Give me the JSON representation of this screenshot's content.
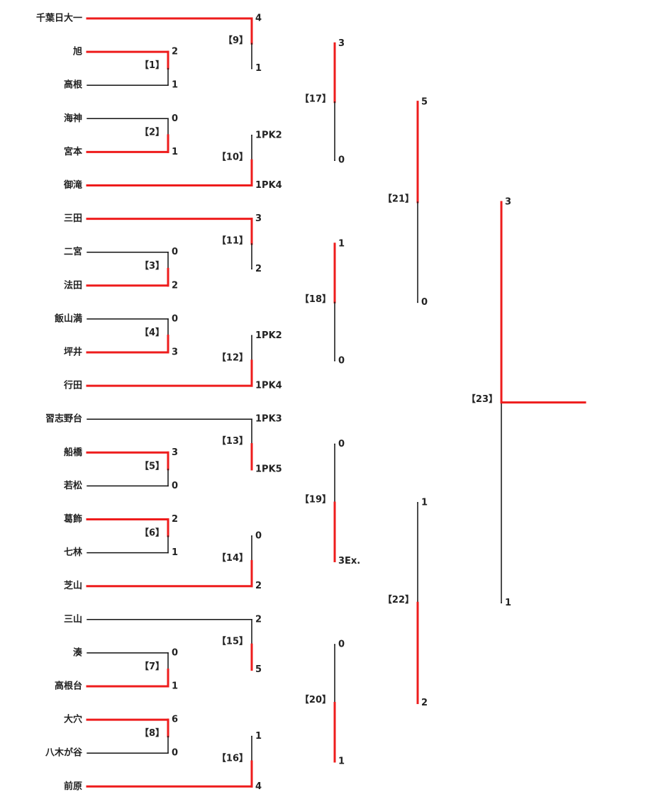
{
  "colors": {
    "win": "#ee1c1c",
    "lose": "#111111",
    "text": "#222222"
  },
  "teams": [
    "千葉日大一",
    "旭",
    "高根",
    "海神",
    "宮本",
    "御滝",
    "三田",
    "二宮",
    "法田",
    "飯山満",
    "坪井",
    "行田",
    "習志野台",
    "船橋",
    "若松",
    "葛飾",
    "七林",
    "芝山",
    "三山",
    "湊",
    "高根台",
    "大穴",
    "八木が谷",
    "前原"
  ],
  "matches": {
    "1": {
      "label": "【1】",
      "top": {
        "src": "t1",
        "score": "2"
      },
      "bottom": {
        "src": "t2",
        "score": "1"
      },
      "winner": "top"
    },
    "2": {
      "label": "【2】",
      "top": {
        "src": "t3",
        "score": "0"
      },
      "bottom": {
        "src": "t4",
        "score": "1"
      },
      "winner": "bottom"
    },
    "3": {
      "label": "【3】",
      "top": {
        "src": "t7",
        "score": "0"
      },
      "bottom": {
        "src": "t8",
        "score": "2"
      },
      "winner": "bottom"
    },
    "4": {
      "label": "【4】",
      "top": {
        "src": "t9",
        "score": "0"
      },
      "bottom": {
        "src": "t10",
        "score": "3"
      },
      "winner": "bottom"
    },
    "5": {
      "label": "【5】",
      "top": {
        "src": "t13",
        "score": "3"
      },
      "bottom": {
        "src": "t14",
        "score": "0"
      },
      "winner": "top"
    },
    "6": {
      "label": "【6】",
      "top": {
        "src": "t15",
        "score": "2"
      },
      "bottom": {
        "src": "t16",
        "score": "1"
      },
      "winner": "top"
    },
    "7": {
      "label": "【7】",
      "top": {
        "src": "t19",
        "score": "0"
      },
      "bottom": {
        "src": "t20",
        "score": "1"
      },
      "winner": "bottom"
    },
    "8": {
      "label": "【8】",
      "top": {
        "src": "t21",
        "score": "6"
      },
      "bottom": {
        "src": "t22",
        "score": "0"
      },
      "winner": "top"
    },
    "9": {
      "label": "【9】",
      "top": {
        "src": "t0",
        "score": "4"
      },
      "bottom": {
        "src": "m1",
        "score": "1"
      },
      "winner": "top"
    },
    "10": {
      "label": "【10】",
      "top": {
        "src": "m2",
        "score": "1PK2"
      },
      "bottom": {
        "src": "t5",
        "score": "1PK4"
      },
      "winner": "bottom"
    },
    "11": {
      "label": "【11】",
      "top": {
        "src": "t6",
        "score": "3"
      },
      "bottom": {
        "src": "m3",
        "score": "2"
      },
      "winner": "top"
    },
    "12": {
      "label": "【12】",
      "top": {
        "src": "m4",
        "score": "1PK2"
      },
      "bottom": {
        "src": "t11",
        "score": "1PK4"
      },
      "winner": "bottom"
    },
    "13": {
      "label": "【13】",
      "top": {
        "src": "t12",
        "score": "1PK3"
      },
      "bottom": {
        "src": "m5",
        "score": "1PK5"
      },
      "winner": "bottom"
    },
    "14": {
      "label": "【14】",
      "top": {
        "src": "m6",
        "score": "0"
      },
      "bottom": {
        "src": "t17",
        "score": "2"
      },
      "winner": "bottom"
    },
    "15": {
      "label": "【15】",
      "top": {
        "src": "t18",
        "score": "2"
      },
      "bottom": {
        "src": "m7",
        "score": "5"
      },
      "winner": "bottom"
    },
    "16": {
      "label": "【16】",
      "top": {
        "src": "m8",
        "score": "1"
      },
      "bottom": {
        "src": "t23",
        "score": "4"
      },
      "winner": "bottom"
    },
    "17": {
      "label": "【17】",
      "top": {
        "src": "m9",
        "score": "3"
      },
      "bottom": {
        "src": "m10",
        "score": "0"
      },
      "winner": "top"
    },
    "18": {
      "label": "【18】",
      "top": {
        "src": "m11",
        "score": "1"
      },
      "bottom": {
        "src": "m12",
        "score": "0"
      },
      "winner": "top"
    },
    "19": {
      "label": "【19】",
      "top": {
        "src": "m13",
        "score": "0"
      },
      "bottom": {
        "src": "m14",
        "score": "3Ex."
      },
      "winner": "bottom"
    },
    "20": {
      "label": "【20】",
      "top": {
        "src": "m15",
        "score": "0"
      },
      "bottom": {
        "src": "m16",
        "score": "1"
      },
      "winner": "bottom"
    },
    "21": {
      "label": "【21】",
      "top": {
        "src": "m17",
        "score": "5"
      },
      "bottom": {
        "src": "m18",
        "score": "0"
      },
      "winner": "top"
    },
    "22": {
      "label": "【22】",
      "top": {
        "src": "m19",
        "score": "1"
      },
      "bottom": {
        "src": "m20",
        "score": "2"
      },
      "winner": "bottom"
    },
    "23": {
      "label": "【23】",
      "top": {
        "src": "m21",
        "score": "3"
      },
      "bottom": {
        "src": "m22",
        "score": "1"
      },
      "winner": "top"
    }
  }
}
